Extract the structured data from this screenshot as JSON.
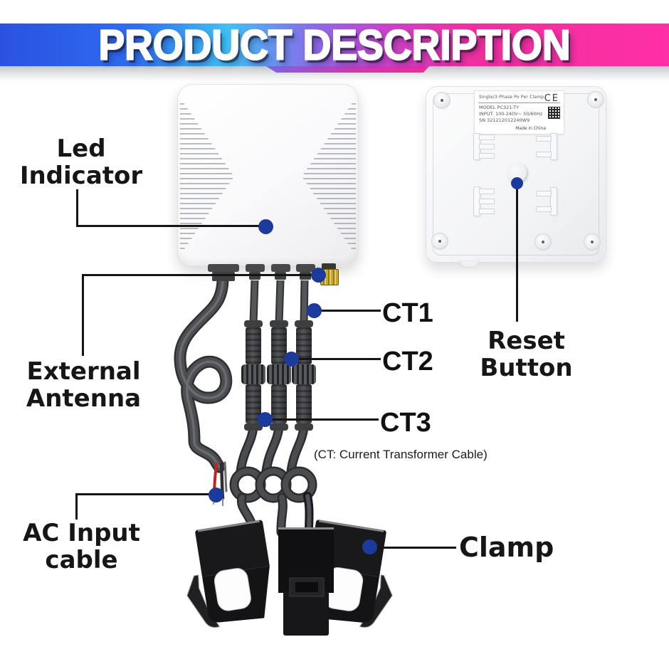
{
  "banner": {
    "title": "PRODUCT DESCRIPTION",
    "gradient_left": "#2a52e0",
    "gradient_cyan": "#3fc0f5",
    "gradient_right": "#ff2fa4"
  },
  "labels": {
    "led_indicator": [
      "Led",
      "Indicator"
    ],
    "external_antenna": [
      "External",
      "Antenna"
    ],
    "ac_input_cable": [
      "AC Input",
      "cable"
    ],
    "reset_button": [
      "Reset",
      "Button"
    ],
    "clamp": "Clamp",
    "ct": [
      "CT1",
      "CT2",
      "CT3"
    ],
    "ct_note": "(CT: Current Transformer Cable)"
  },
  "back_label": {
    "product_line": "Single/3-Phase Po Per Clamp",
    "ce": "CE",
    "model": "MODEL PC321-TY",
    "input": "INPUT: 100-240V~ 50/60Hz",
    "serial": "SN 321212012240W9",
    "origin": "Made in China"
  },
  "colors": {
    "pointer_dot": "#1c3a9c",
    "leader_line": "#151515",
    "cable_gray": "#4d4e51",
    "clamp_black": "#19191b",
    "gold_connector": "#cfa92f",
    "label_text": "#161616"
  }
}
